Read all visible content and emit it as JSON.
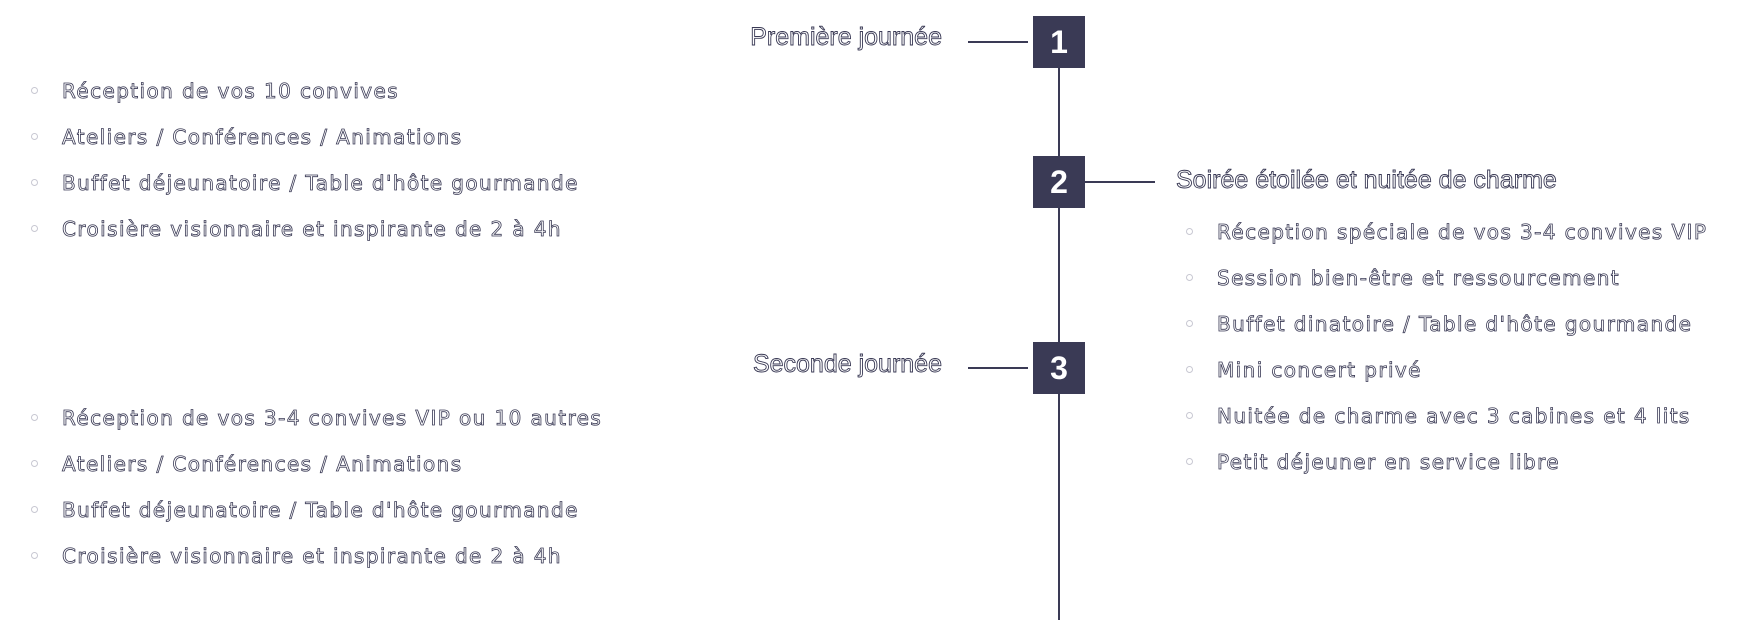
{
  "colors": {
    "accent": "#3a3a55",
    "text_fill": "#ffffff",
    "bullet_ring": "#c8c8d2"
  },
  "icons": {
    "bullet": "circle-outline-icon"
  },
  "timeline": {
    "steps": [
      {
        "number": "1",
        "title": "Première journée"
      },
      {
        "number": "2",
        "title": "Soirée étoilée et nuitée de charme"
      },
      {
        "number": "3",
        "title": "Seconde journée"
      }
    ]
  },
  "day_one": {
    "items": [
      "Réception de vos 10 convives",
      "Ateliers / Conférences / Animations",
      "Buffet déjeunatoire / Table d'hôte gourmande",
      "Croisière visionnaire et inspirante de 2 à 4h"
    ]
  },
  "evening": {
    "items": [
      "Réception spéciale de vos 3-4 convives VIP",
      "Session bien-être et ressourcement",
      "Buffet dinatoire / Table d'hôte gourmande",
      "Mini concert privé",
      "Nuitée de charme avec 3 cabines et 4 lits",
      "Petit déjeuner en service libre"
    ]
  },
  "day_two": {
    "items": [
      "Réception de vos 3-4 convives VIP ou 10 autres",
      "Ateliers / Conférences / Animations",
      "Buffet déjeunatoire / Table d'hôte gourmande",
      "Croisière visionnaire et inspirante de 2 à 4h"
    ]
  }
}
